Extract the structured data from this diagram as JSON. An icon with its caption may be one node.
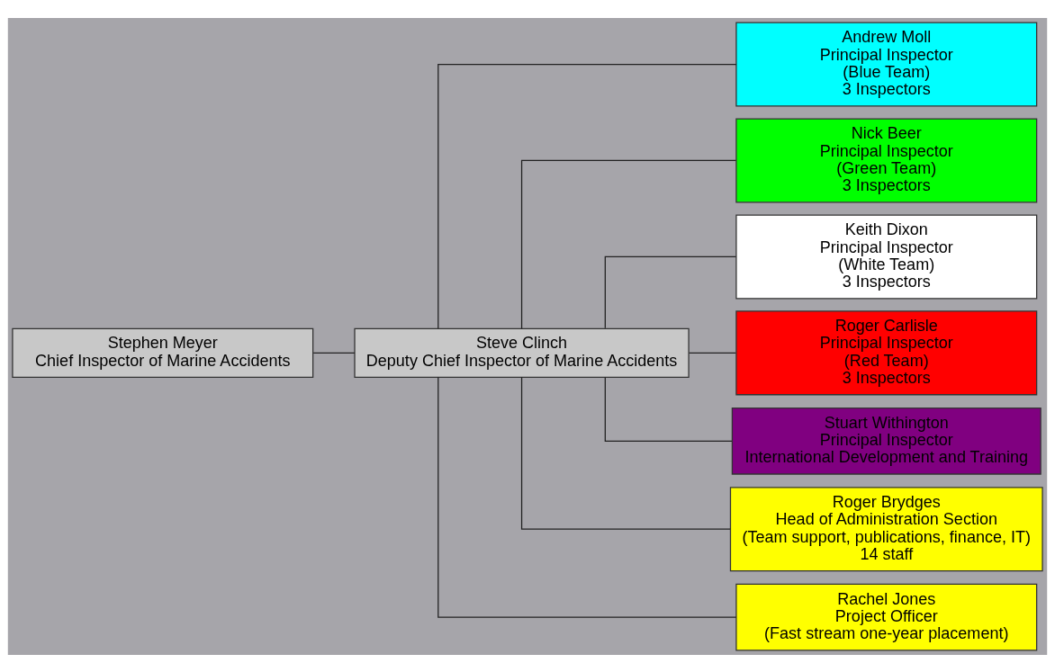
{
  "diagram": {
    "nodes": [
      {
        "text": [
          "Stephen Meyer",
          "Chief Inspector of Marine Accidents"
        ]
      },
      {
        "text": [
          "Steve Clinch",
          "Deputy Chief Inspector of Marine Accidents"
        ]
      },
      {
        "text": [
          "Andrew Moll",
          "Principal Inspector",
          "(Blue Team)",
          "3 Inspectors"
        ]
      },
      {
        "text": [
          "Nick Beer",
          "Principal Inspector",
          "(Green Team)",
          "3 Inspectors"
        ]
      },
      {
        "text": [
          "Keith Dixon",
          "Principal Inspector",
          "(White Team)",
          "3 Inspectors"
        ]
      },
      {
        "text": [
          "Roger Carlisle",
          "Principal Inspector",
          "(Red Team)",
          "3 Inspectors"
        ]
      },
      {
        "text": [
          "Stuart Withington",
          "Principal Inspector",
          "International Development and Training"
        ]
      },
      {
        "text": [
          "Roger Brydges",
          "Head of Administration Section",
          "(Team support, publications, finance, IT)",
          "14 staff"
        ]
      },
      {
        "text": [
          "Rachel Jones",
          "Project Officer",
          "(Fast stream one-year placement)"
        ]
      }
    ],
    "edges": [
      {
        "from": 0,
        "to": 1,
        "arrow": "none"
      },
      {
        "from": 1,
        "to": 2,
        "arrow": "none"
      },
      {
        "from": 1,
        "to": 3,
        "arrow": "none"
      },
      {
        "from": 1,
        "to": 4,
        "arrow": "none"
      },
      {
        "from": 1,
        "to": 5,
        "arrow": "none"
      },
      {
        "from": 1,
        "to": 6,
        "arrow": "none"
      },
      {
        "from": 1,
        "to": 7,
        "arrow": "none"
      },
      {
        "from": 1,
        "to": 8,
        "arrow": "none"
      }
    ]
  }
}
